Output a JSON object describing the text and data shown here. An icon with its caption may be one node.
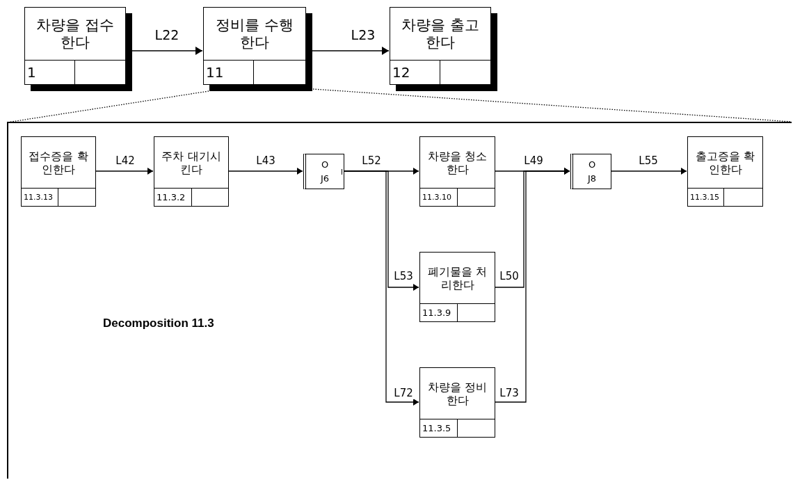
{
  "diagram": {
    "nodes": [
      {
        "text": [
          "차량을 접수한다",
          "1"
        ]
      },
      {
        "text": [
          "정비를 수행한다",
          "11"
        ]
      },
      {
        "text": [
          "차량을 출고한다",
          "12"
        ]
      },
      {
        "text": [
          "Decomposition 11.3"
        ]
      },
      {
        "text": [
          "접수증을 확인한다",
          "11.3.13"
        ],
        "in": 3
      },
      {
        "text": [
          "주차 대기시킨다",
          "11.3.2"
        ],
        "in": 3
      },
      {
        "text": [
          "O",
          "J6"
        ],
        "in": 3
      },
      {
        "text": [
          "차량을 청소한다",
          "11.3.10"
        ],
        "in": 3
      },
      {
        "text": [
          "폐기물을 처리한다",
          "11.3.9"
        ],
        "in": 3
      },
      {
        "text": [
          "차량을 정비한다",
          "11.3.5"
        ],
        "in": 3
      },
      {
        "text": [
          "O",
          "J8"
        ],
        "in": 3
      },
      {
        "text": [
          "출고증을 확인한다",
          "11.3.15"
        ],
        "in": 3
      }
    ],
    "edges": [
      {
        "from": 0,
        "to": 1,
        "arrow": "to",
        "label": "L22"
      },
      {
        "from": 1,
        "to": 2,
        "arrow": "to",
        "label": "L23"
      },
      {
        "from": 1,
        "to": 3,
        "arrow": "none",
        "style": "dashed"
      },
      {
        "from": 1,
        "to": 3,
        "arrow": "none",
        "style": "dashed"
      },
      {
        "from": 4,
        "to": 5,
        "arrow": "to",
        "label": "L42"
      },
      {
        "from": 5,
        "to": 6,
        "arrow": "to",
        "label": "L43"
      },
      {
        "from": 6,
        "to": 7,
        "arrow": "to",
        "label": "L52"
      },
      {
        "from": 6,
        "to": 8,
        "arrow": "to",
        "label": "L53"
      },
      {
        "from": 6,
        "to": 9,
        "arrow": "to",
        "label": "L72"
      },
      {
        "from": 7,
        "to": 10,
        "arrow": "to",
        "label": "L49"
      },
      {
        "from": 8,
        "to": 10,
        "arrow": "to",
        "label": "L50"
      },
      {
        "from": 9,
        "to": 10,
        "arrow": "to",
        "label": "L73"
      },
      {
        "from": 10,
        "to": 11,
        "arrow": "to",
        "label": "L55"
      }
    ]
  }
}
